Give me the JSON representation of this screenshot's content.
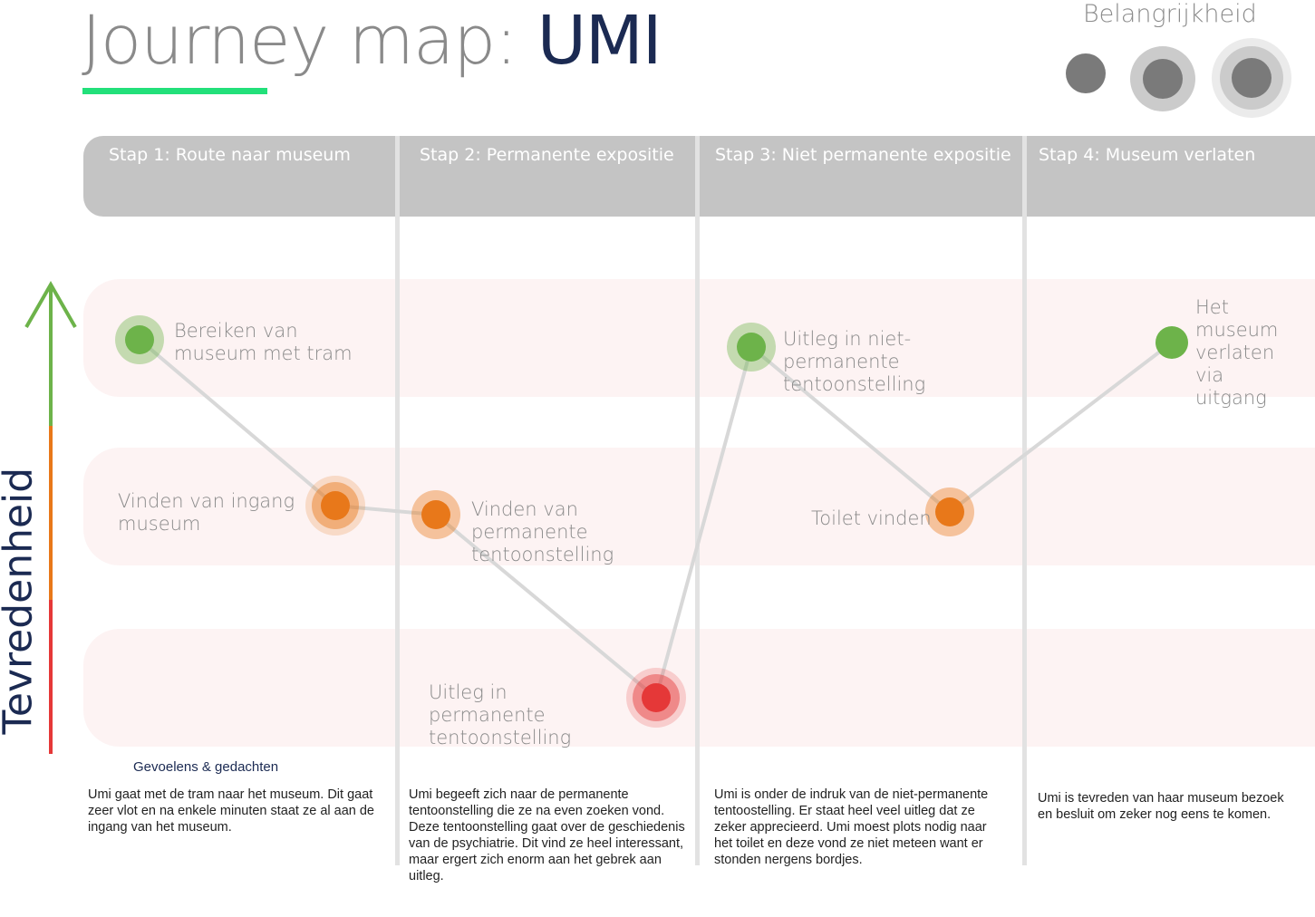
{
  "title": {
    "prefix": "Journey map: ",
    "name": "UMI"
  },
  "legend": {
    "title": "Belangrijkheid",
    "color": "#7a7a7a"
  },
  "y_axis": {
    "label": "Tevredenheid",
    "levels": [
      "high",
      "medium",
      "low"
    ],
    "colors": [
      "#6db34a",
      "#e8781a",
      "#e53838"
    ]
  },
  "stages": [
    {
      "label": "Stap 1: Route naar museum"
    },
    {
      "label": "Stap 2: Permanente expositie"
    },
    {
      "label": "Stap 3: Niet permanente expositie"
    },
    {
      "label": "Stap 4: Museum verlaten"
    }
  ],
  "journey": [
    {
      "label": "Bereiken van museum met tram",
      "stage": 1,
      "satisfaction": "high",
      "importance": 2,
      "color": "#6db34a"
    },
    {
      "label": "Vinden van ingang museum",
      "stage": 1,
      "satisfaction": "medium",
      "importance": 3,
      "color": "#e8781a"
    },
    {
      "label": "Vinden van permanente tentoonstelling",
      "stage": 2,
      "satisfaction": "medium",
      "importance": 2,
      "color": "#e8781a"
    },
    {
      "label": "Uitleg in permanente tentoonstelling",
      "stage": 2,
      "satisfaction": "low",
      "importance": 3,
      "color": "#e53838"
    },
    {
      "label": "Uitleg in niet-permanente tentoonstelling",
      "stage": 3,
      "satisfaction": "high",
      "importance": 2,
      "color": "#6db34a"
    },
    {
      "label": "Toilet vinden",
      "stage": 3,
      "satisfaction": "medium",
      "importance": 2,
      "color": "#e8781a"
    },
    {
      "label": "Het museum verlaten via uitgang",
      "stage": 4,
      "satisfaction": "high",
      "importance": 1,
      "color": "#6db34a"
    }
  ],
  "section_heading": "Gevoelens & gedachten",
  "descriptions": [
    "Umi gaat met de tram naar het museum. Dit gaat zeer vlot en na enkele minuten staat ze al aan de ingang van het museum.",
    "Umi begeeft zich naar de permanente tentoonstelling die ze na even zoeken vond. Deze tentoonstelling gaat over de geschiedenis van de psychiatrie. Dit vind ze heel interessant, maar ergert zich enorm aan het gebrek aan uitleg.",
    "Umi is onder de indruk van de niet-permanente tentoostelling. Er staat heel veel uitleg dat ze zeker apprecieerd. Umi moest plots nodig naar het toilet en deze vond ze niet meteen want er stonden nergens bordjes.",
    "Umi is tevreden van haar museum bezoek en besluit om zeker nog eens te komen."
  ]
}
